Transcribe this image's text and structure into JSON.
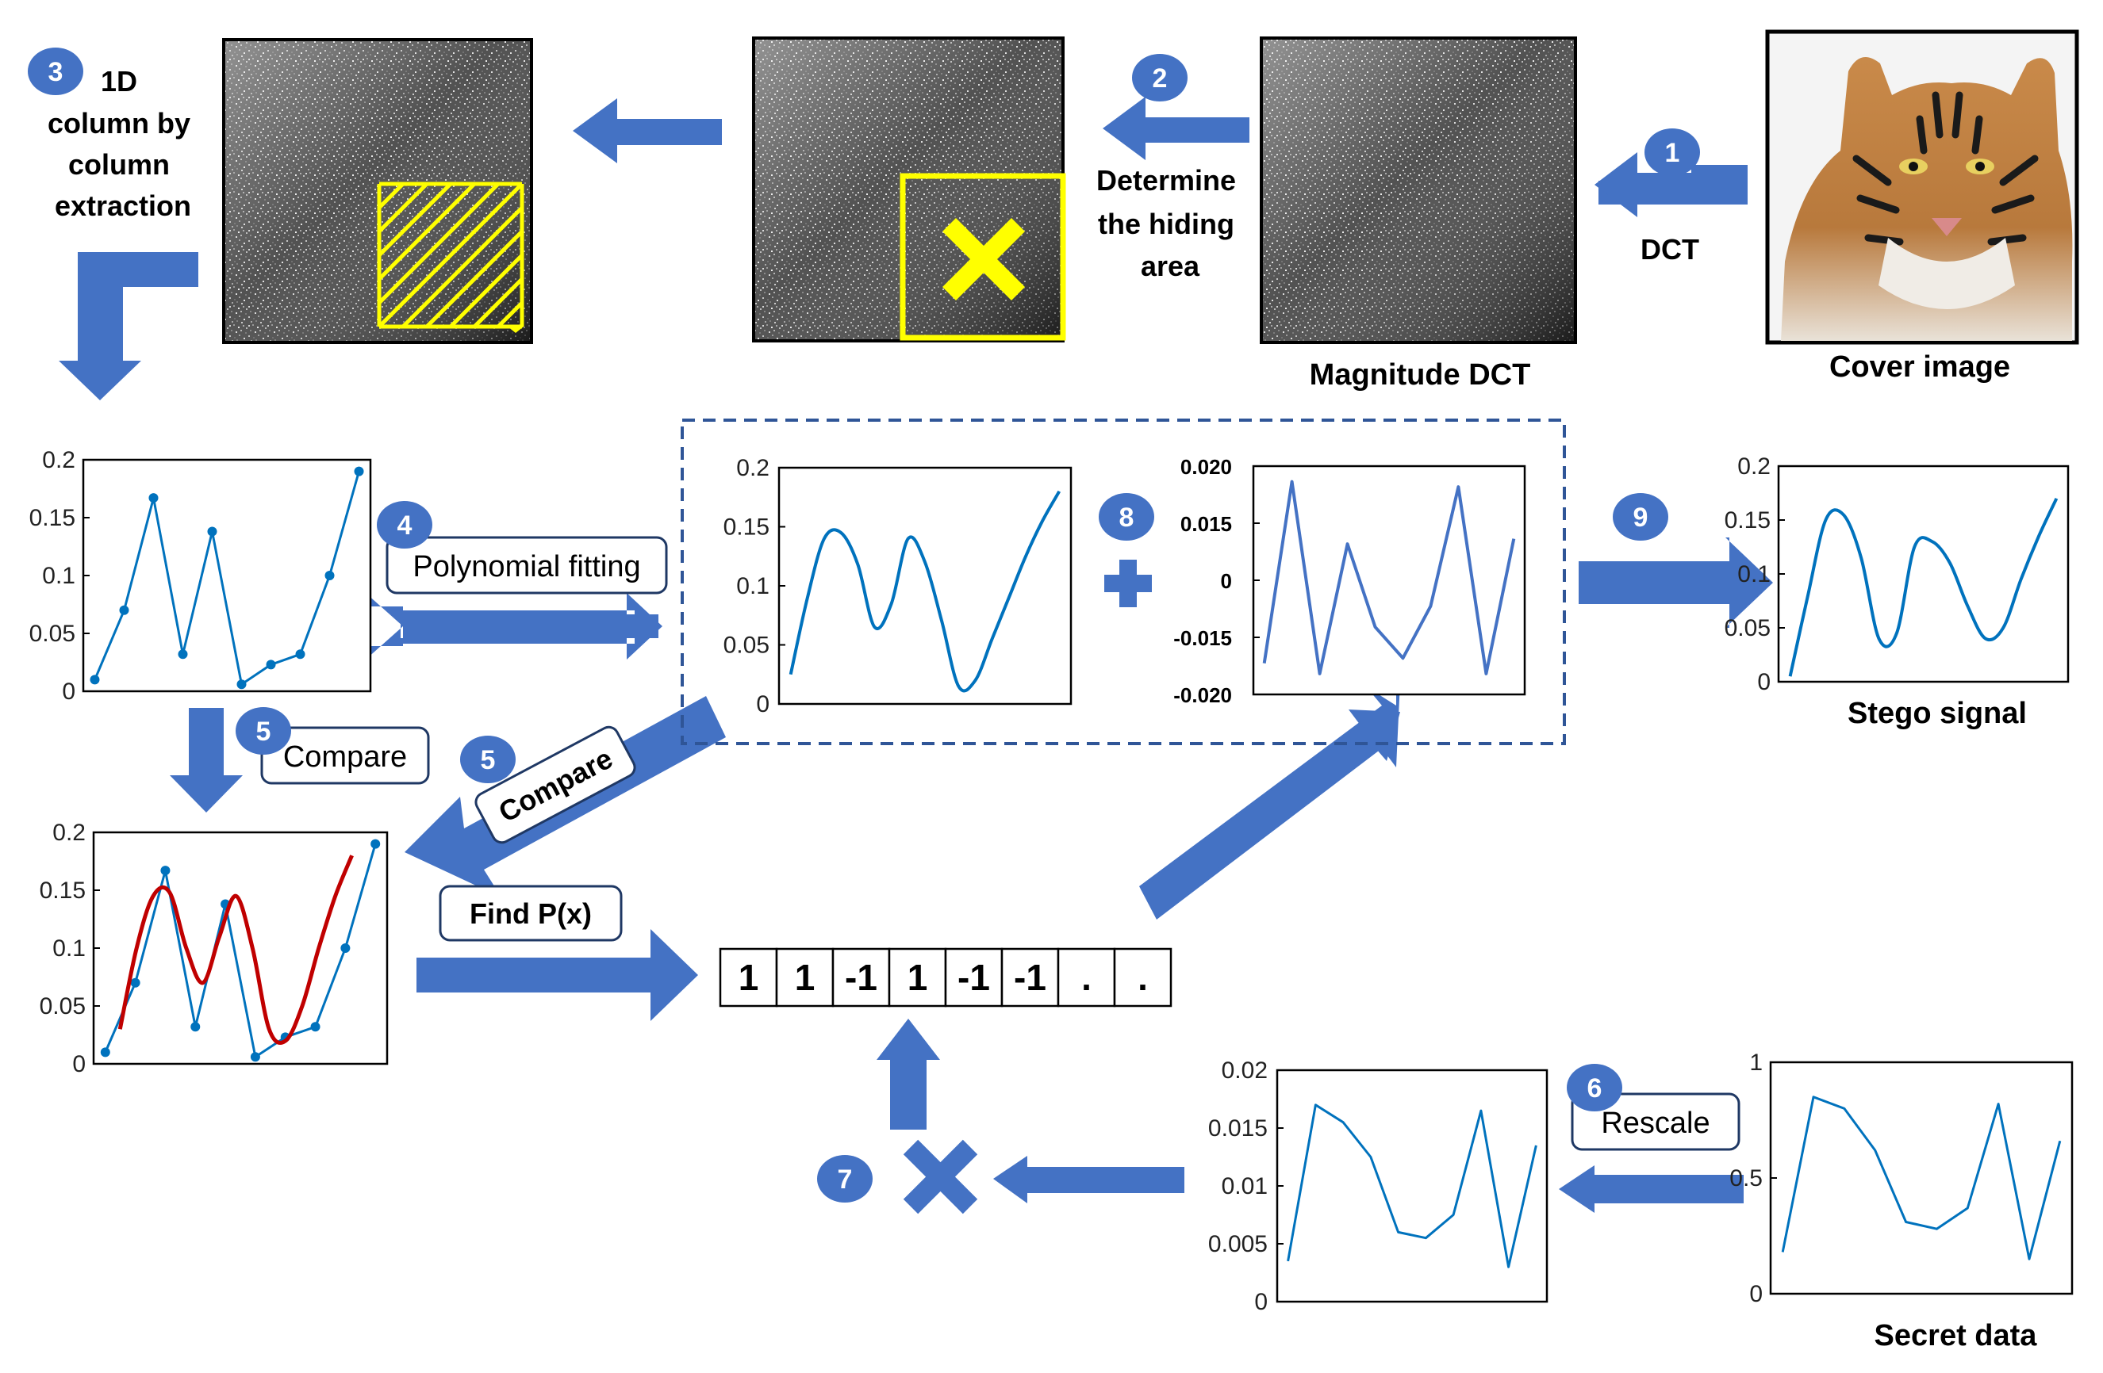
{
  "labels": {
    "step3": [
      "1D",
      "column by",
      "column",
      "extraction"
    ],
    "determine": [
      "Determine",
      "the hiding",
      "area"
    ],
    "dct": "DCT",
    "magnitude_dct": "Magnitude DCT",
    "cover_image": "Cover image",
    "polynomial_fitting": "Polynomial fitting",
    "compare": "Compare",
    "compare2": "Compare",
    "find_px": "Find P(x)",
    "rescale": "Rescale",
    "stego_signal": "Stego signal",
    "secret_data": "Secret data"
  },
  "badges": [
    "1",
    "2",
    "3",
    "4",
    "5",
    "5",
    "6",
    "7",
    "8",
    "9"
  ],
  "sequence": [
    "1",
    "1",
    "-1",
    "1",
    "-1",
    "-1",
    ".",
    "."
  ],
  "colors": {
    "arrow": "#4472C4",
    "badge": "#4472C4",
    "series": "#0072BD",
    "fit": "#C00000",
    "highlight": "#FFFF00",
    "dashed_border": "#2F5597"
  },
  "icons": {
    "plus": "plus-icon",
    "multiply": "multiply-icon",
    "tiger": "tiger-photo"
  },
  "chart_data": [
    {
      "id": "column",
      "type": "line",
      "markers": true,
      "x": [
        1,
        2,
        3,
        4,
        5,
        6,
        7,
        8,
        9,
        10
      ],
      "values": [
        0.01,
        0.07,
        0.167,
        0.032,
        0.138,
        0.006,
        0.023,
        0.032,
        0.1,
        0.19
      ],
      "ylim": [
        0,
        0.2
      ],
      "yticks": [
        "0.2",
        "0.15",
        "0.1",
        "0.05",
        "0"
      ]
    },
    {
      "id": "polyfit",
      "type": "line",
      "markers": false,
      "values": [
        0.025,
        0.09,
        0.14,
        0.145,
        0.118,
        0.065,
        0.085,
        0.14,
        0.12,
        0.07,
        0.015,
        0.02,
        0.055,
        0.09,
        0.125,
        0.155,
        0.18
      ],
      "ylim": [
        0,
        0.2
      ],
      "yticks": [
        "0.2",
        "0.15",
        "0.1",
        "0.05",
        "0"
      ]
    },
    {
      "id": "embedding",
      "type": "line",
      "markers": false,
      "values": [
        -0.016,
        0.019,
        -0.018,
        0.007,
        -0.009,
        -0.015,
        -0.005,
        0.018,
        -0.018,
        0.008
      ],
      "ylim": [
        -0.022,
        0.022
      ],
      "yticks": [
        "0.020",
        "0.015",
        "0",
        "-0.015",
        "-0.020"
      ]
    },
    {
      "id": "stego",
      "type": "line",
      "markers": false,
      "values": [
        0.005,
        0.08,
        0.15,
        0.155,
        0.115,
        0.04,
        0.045,
        0.125,
        0.13,
        0.11,
        0.07,
        0.04,
        0.05,
        0.095,
        0.135,
        0.17
      ],
      "ylim": [
        0,
        0.2
      ],
      "yticks": [
        "0.2",
        "0.15",
        "0.1",
        "0.05",
        "0"
      ]
    },
    {
      "id": "compare",
      "type": "line",
      "series": [
        {
          "markers": true,
          "values": [
            0.01,
            0.07,
            0.167,
            0.032,
            0.138,
            0.006,
            0.023,
            0.032,
            0.1,
            0.19
          ]
        },
        {
          "markers": false,
          "values": [
            0.03,
            0.1,
            0.145,
            0.148,
            0.1,
            0.07,
            0.11,
            0.145,
            0.1,
            0.03,
            0.02,
            0.05,
            0.1,
            0.145,
            0.18
          ]
        }
      ],
      "ylim": [
        0,
        0.2
      ],
      "yticks": [
        "0.2",
        "0.15",
        "0.1",
        "0.05",
        "0"
      ]
    },
    {
      "id": "rescaled",
      "type": "line",
      "markers": false,
      "values": [
        0.0035,
        0.017,
        0.0155,
        0.0125,
        0.006,
        0.0055,
        0.0075,
        0.0165,
        0.003,
        0.0135
      ],
      "ylim": [
        0,
        0.02
      ],
      "yticks": [
        "0.02",
        "0.015",
        "0.01",
        "0.005",
        "0"
      ]
    },
    {
      "id": "secret",
      "type": "line",
      "markers": false,
      "values": [
        0.18,
        0.85,
        0.8,
        0.62,
        0.31,
        0.28,
        0.37,
        0.82,
        0.15,
        0.66
      ],
      "ylim": [
        0,
        1
      ],
      "yticks": [
        "1",
        "0.5",
        "0"
      ]
    }
  ]
}
